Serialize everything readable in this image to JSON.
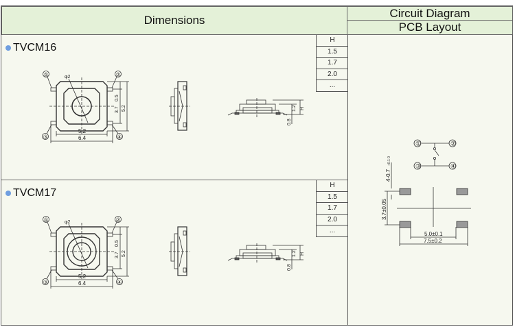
{
  "header": {
    "dimensions": "Dimensions",
    "circuit": "Circuit Diagram",
    "pcb": "PCB Layout"
  },
  "accent": "#6f9ee0",
  "models": [
    {
      "name": "TVCM16",
      "h_table": [
        "H",
        "1.5",
        "1.7",
        "2.0",
        "..."
      ],
      "labels": {
        "p1": "①",
        "p2": "②",
        "p3": "③",
        "p4": "④",
        "phi": "φ2",
        "d05": "0.5",
        "d37": "3.7",
        "d52v": "5.2",
        "d52h": "5.2",
        "d64": "6.4",
        "d12": "1.2",
        "dh": "H",
        "d08": "0.8"
      }
    },
    {
      "name": "TVCM17",
      "h_table": [
        "H",
        "1.5",
        "1.7",
        "2.0",
        "..."
      ],
      "labels": {
        "p1": "①",
        "p2": "②",
        "p3": "③",
        "p4": "④",
        "phi": "φ2",
        "d05": "0.5",
        "d37": "3.7",
        "d52v": "5.2",
        "d52h": "5.2",
        "d64": "6.4",
        "d12": "1.2",
        "dh": "H",
        "d08": "0.8"
      }
    }
  ],
  "circuit": {
    "p1": "①",
    "p2": "②",
    "p3": "③",
    "p4": "④"
  },
  "pcb": {
    "pad": "4-0.7",
    "pad_tol": "+0.1 0",
    "pitch_v": "3.7±0.05",
    "pitch_h": "5.0±0.1",
    "width": "7.5±0.2"
  }
}
